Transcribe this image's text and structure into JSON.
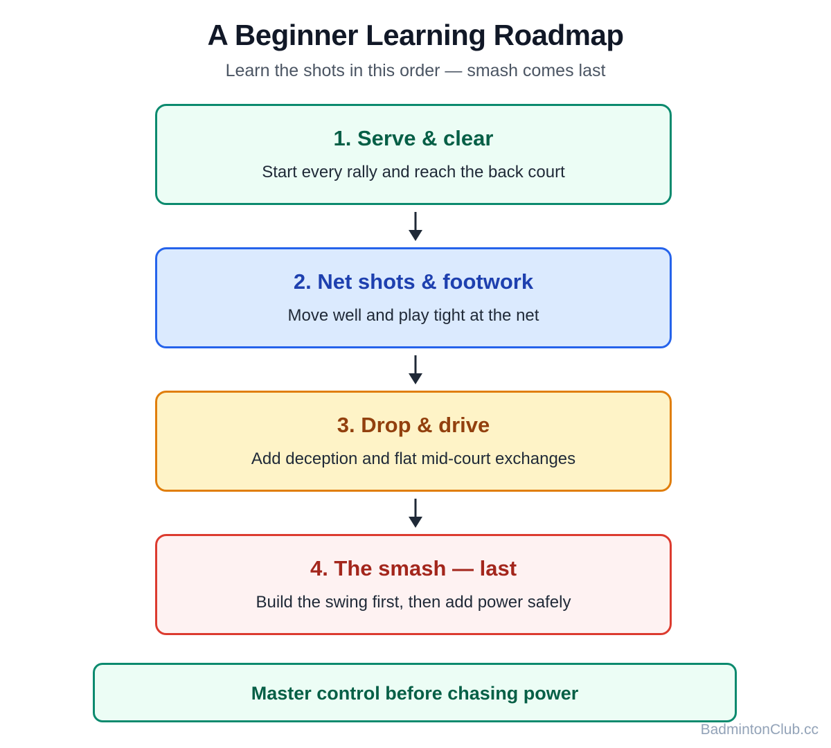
{
  "header": {
    "title": "A Beginner Learning Roadmap",
    "subtitle": "Learn the shots in this order — smash comes last"
  },
  "steps": [
    {
      "title": "1. Serve & clear",
      "description": "Start every rally and reach the back court",
      "border_color": "#0b8a6e",
      "fill_color": "#ecfdf5"
    },
    {
      "title": "2. Net shots & footwork",
      "description": "Move well and play tight at the net",
      "border_color": "#2563eb",
      "fill_color": "#dbeafe"
    },
    {
      "title": "3. Drop & drive",
      "description": "Add deception and flat mid-court exchanges",
      "border_color": "#e07e0c",
      "fill_color": "#fef3c7"
    },
    {
      "title": "4. The smash — last",
      "description": "Build the swing first, then add power safely",
      "border_color": "#dc3b2f",
      "fill_color": "#fef2f2"
    }
  ],
  "footer": {
    "message": "Master control before chasing power"
  },
  "watermark": "BadmintonClub.cc"
}
